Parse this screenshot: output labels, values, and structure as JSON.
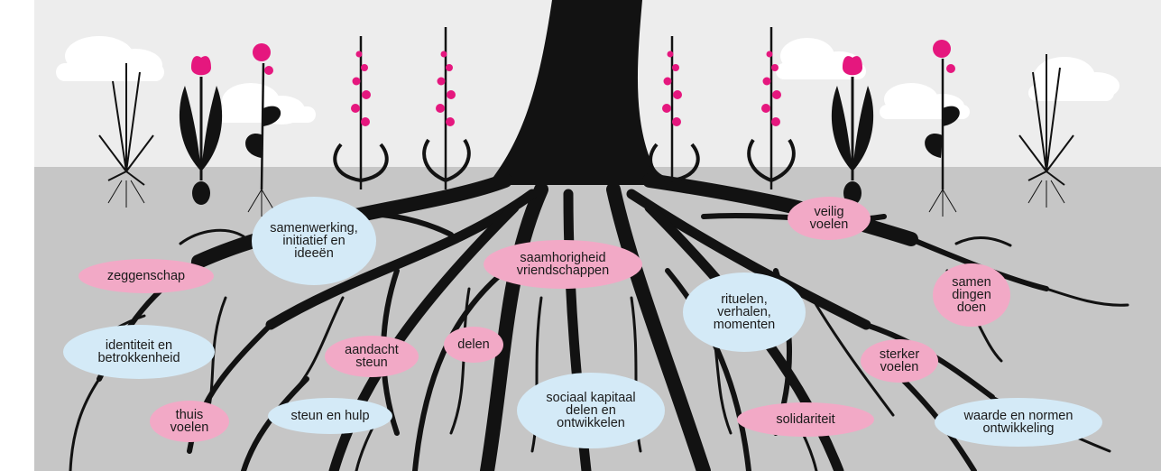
{
  "colors": {
    "sky": "#ededed",
    "soil": "#c6c6c6",
    "root": "#121212",
    "flower": "#e5177e",
    "cloud": "#ffffff",
    "pink_bubble": "#f2a9c6",
    "blue_bubble": "#d4eaf7"
  },
  "bubbles": [
    {
      "id": "zeggenschap",
      "text": "zeggenschap",
      "style": "pink"
    },
    {
      "id": "samenwerking",
      "text": "samenwerking,\ninitiatief en\nideeën",
      "style": "blue"
    },
    {
      "id": "saamhorigheid",
      "text": "saamhorigheid\nvriendschappen",
      "style": "pink"
    },
    {
      "id": "veilig",
      "text": "veilig\nvoelen",
      "style": "pink"
    },
    {
      "id": "samen-dingen",
      "text": "samen\ndingen\ndoen",
      "style": "pink"
    },
    {
      "id": "rituelen",
      "text": "rituelen,\nverhalen,\nmomenten",
      "style": "blue"
    },
    {
      "id": "identiteit",
      "text": "identiteit en\nbetrokkenheid",
      "style": "blue"
    },
    {
      "id": "aandacht",
      "text": "aandacht\nsteun",
      "style": "pink"
    },
    {
      "id": "delen",
      "text": "delen",
      "style": "pink"
    },
    {
      "id": "sterker",
      "text": "sterker\nvoelen",
      "style": "pink"
    },
    {
      "id": "thuis",
      "text": "thuis\nvoelen",
      "style": "pink"
    },
    {
      "id": "steun-hulp",
      "text": "steun en hulp",
      "style": "blue"
    },
    {
      "id": "sociaal-kapitaal",
      "text": "sociaal kapitaal\ndelen en\nontwikkelen",
      "style": "blue"
    },
    {
      "id": "solidariteit",
      "text": "solidariteit",
      "style": "pink"
    },
    {
      "id": "waarde-normen",
      "text": "waarde en normen\nontwikkeling",
      "style": "blue"
    }
  ],
  "plants": [
    "grass",
    "tulip",
    "rose",
    "fireweed",
    "fireweed",
    "fireweed",
    "fireweed",
    "tulip",
    "rose",
    "grass"
  ]
}
